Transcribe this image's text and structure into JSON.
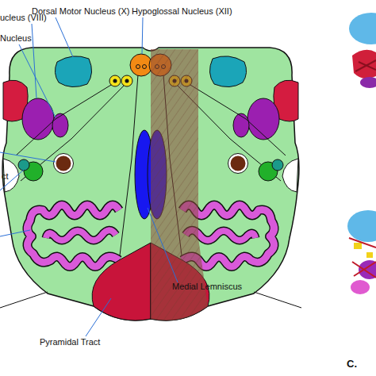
{
  "diagram": {
    "labels": [
      "ucleus (VIII)",
      "Dorsal Motor Nucleus (X)",
      "Nucleus",
      "Hypoglossal Nucleus (XII)",
      "ct",
      "Medial Lemniscus",
      "Pyramidal Tract",
      "C."
    ]
  }
}
